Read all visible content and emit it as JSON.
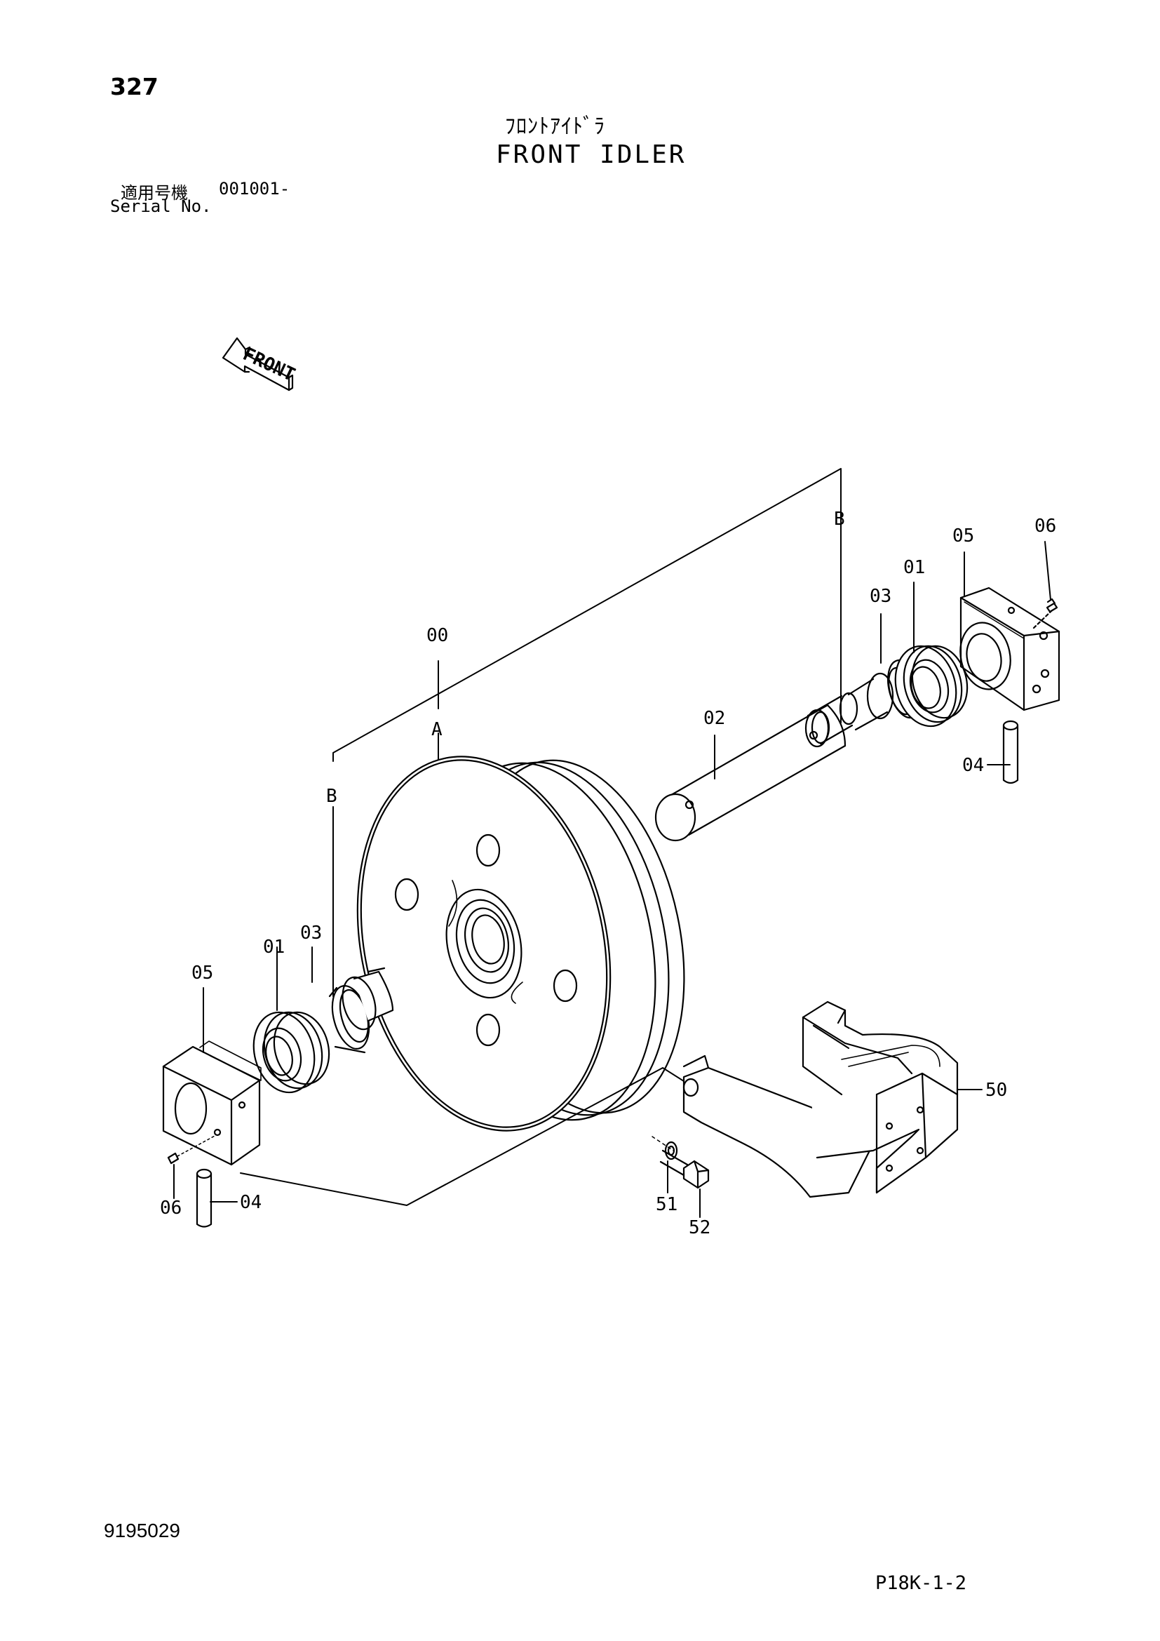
{
  "header": {
    "page_number": "327",
    "title_jp": "ﾌﾛﾝﾄｱｲﾄﾞﾗ",
    "title_en": "FRONT IDLER",
    "serial_label_jp": "適用号機",
    "serial_range": "001001-",
    "serial_label_en": "Serial No."
  },
  "direction_indicator": {
    "label": "FRONT"
  },
  "part_callouts": {
    "idler_assembly": "00",
    "seal_right": "01",
    "seal_left": "01",
    "shaft": "02",
    "oring_right": "03",
    "oring_left": "03",
    "pin_right": "04",
    "pin_left": "04",
    "bracket_right": "05",
    "bracket_left": "05",
    "plug_right": "06",
    "plug_left": "06",
    "yoke": "50",
    "washer": "51",
    "bolt": "52"
  },
  "reference_letters": {
    "assembly_ref": "A",
    "group_ref_left": "B",
    "group_ref_right": "B"
  },
  "footer": {
    "doc_number": "9195029",
    "sheet_ref": "P18K-1-2"
  }
}
